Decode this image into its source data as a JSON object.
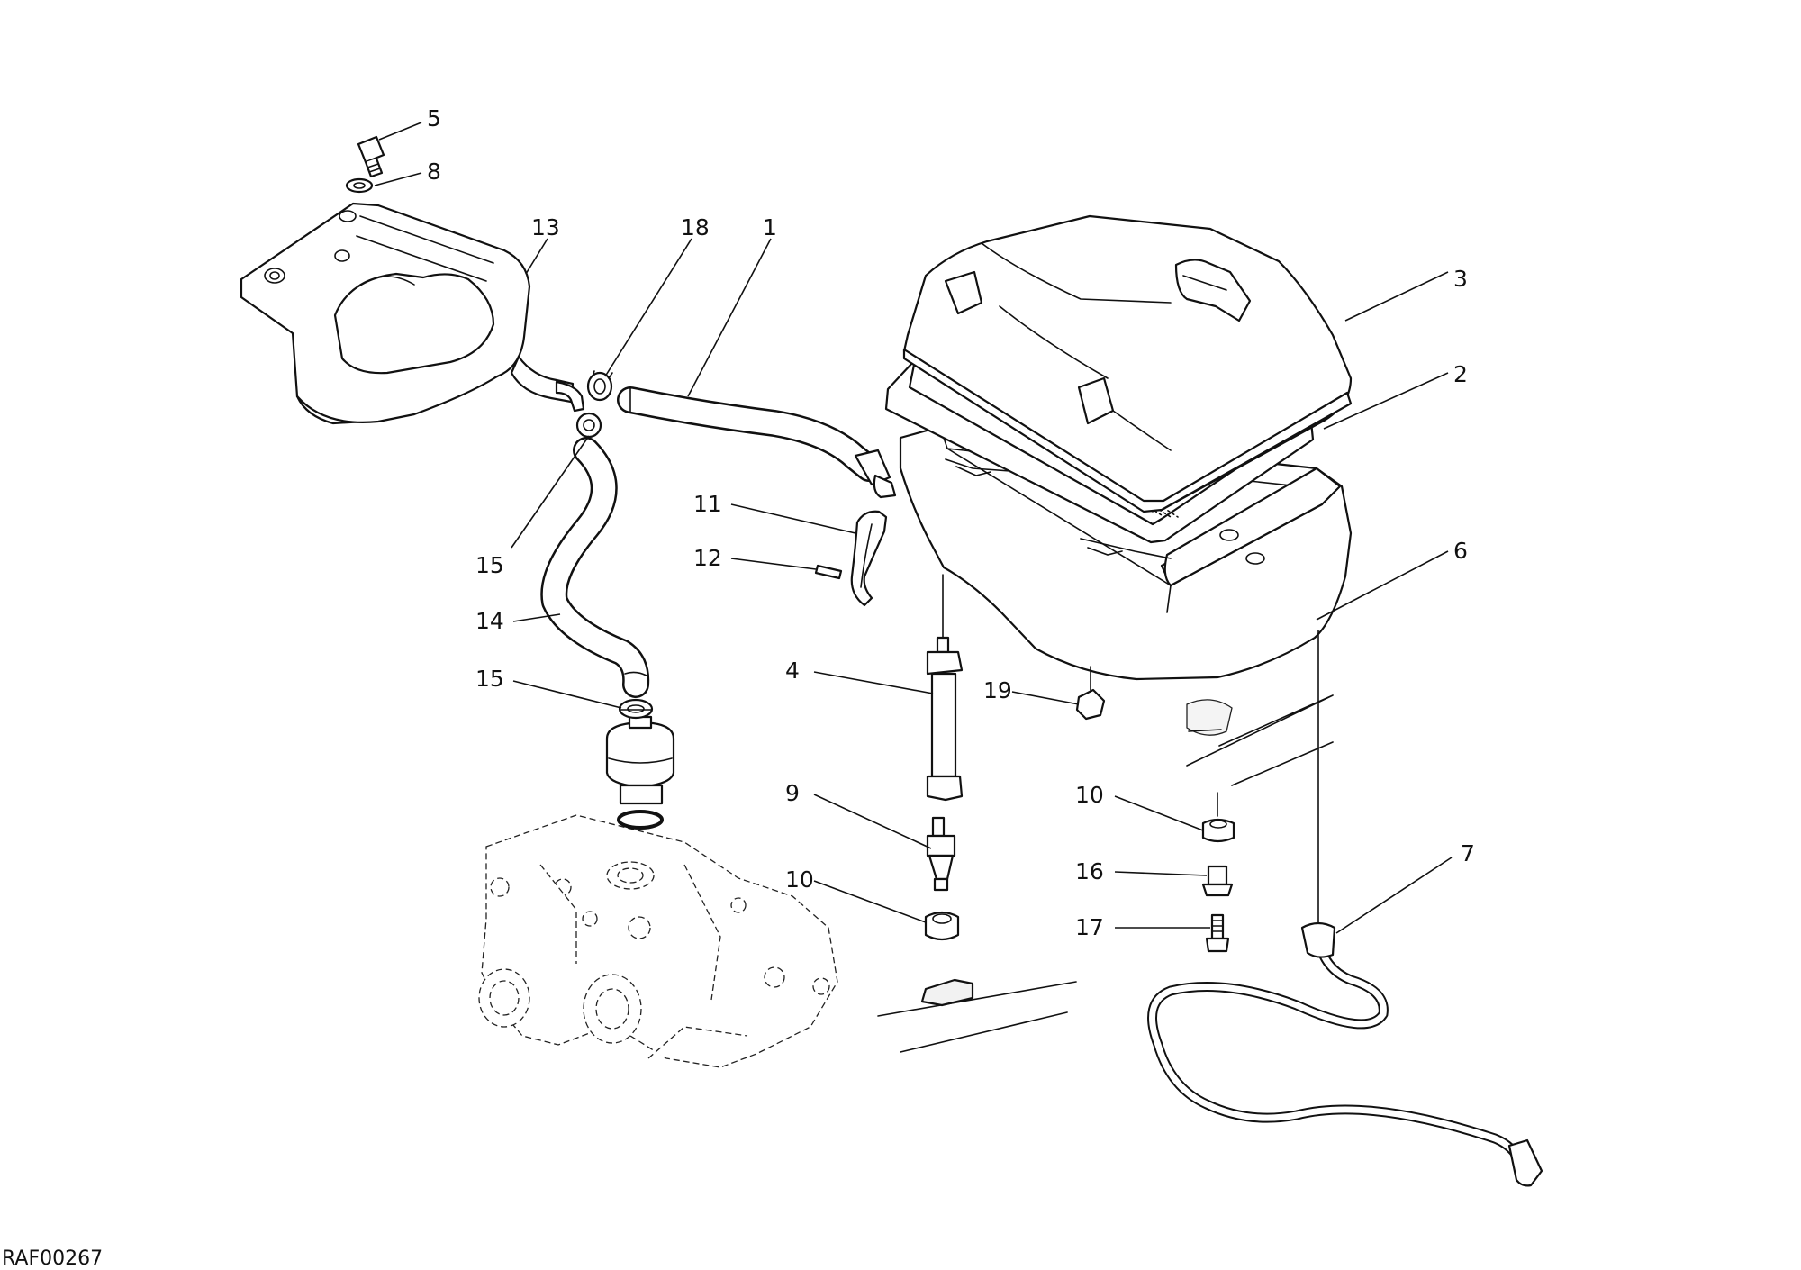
{
  "drawing_code": "RAF00267",
  "callouts": [
    {
      "id": "c1",
      "label": "1"
    },
    {
      "id": "c2",
      "label": "2"
    },
    {
      "id": "c3",
      "label": "3"
    },
    {
      "id": "c4",
      "label": "4"
    },
    {
      "id": "c5",
      "label": "5"
    },
    {
      "id": "c6",
      "label": "6"
    },
    {
      "id": "c7",
      "label": "7"
    },
    {
      "id": "c8",
      "label": "8"
    },
    {
      "id": "c9",
      "label": "9"
    },
    {
      "id": "c10a",
      "label": "10"
    },
    {
      "id": "c10b",
      "label": "10"
    },
    {
      "id": "c11",
      "label": "11"
    },
    {
      "id": "c12",
      "label": "12"
    },
    {
      "id": "c13",
      "label": "13"
    },
    {
      "id": "c14",
      "label": "14"
    },
    {
      "id": "c15a",
      "label": "15"
    },
    {
      "id": "c15b",
      "label": "15"
    },
    {
      "id": "c16",
      "label": "16"
    },
    {
      "id": "c17",
      "label": "17"
    },
    {
      "id": "c18",
      "label": "18"
    },
    {
      "id": "c19",
      "label": "19"
    }
  ]
}
